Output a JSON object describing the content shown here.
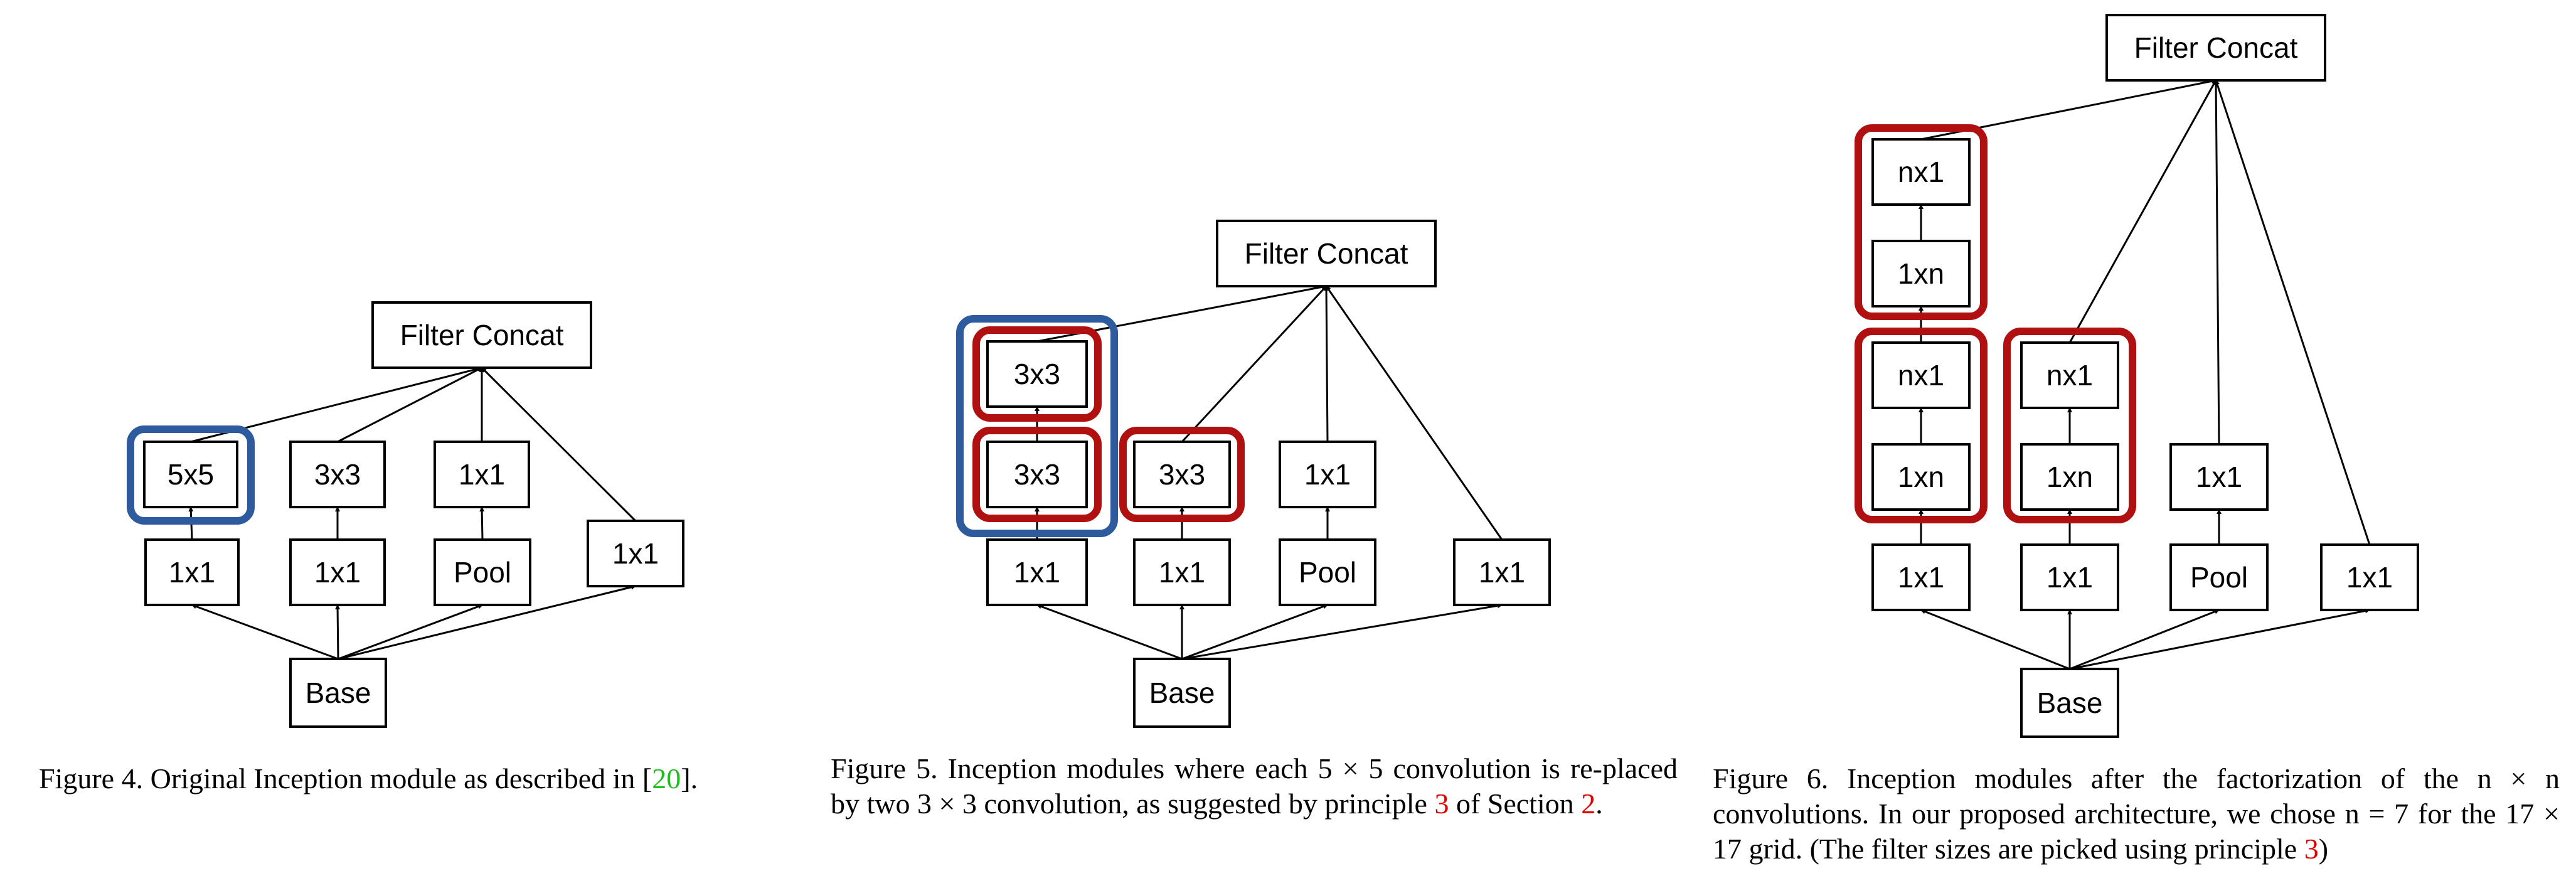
{
  "figures": [
    {
      "id": "fig4",
      "nodes": [
        {
          "id": "concat",
          "label": "Filter Concat"
        },
        {
          "id": "a1",
          "label": "5x5"
        },
        {
          "id": "b1",
          "label": "3x3"
        },
        {
          "id": "c1",
          "label": "1x1"
        },
        {
          "id": "d1",
          "label": "1x1"
        },
        {
          "id": "a0",
          "label": "1x1"
        },
        {
          "id": "b0",
          "label": "1x1"
        },
        {
          "id": "c0",
          "label": "Pool"
        },
        {
          "id": "base",
          "label": "Base"
        }
      ],
      "caption": {
        "prefix": "Figure 4. Original Inception module as described in [",
        "ref": "20",
        "suffix": "]."
      }
    },
    {
      "id": "fig5",
      "nodes": [
        {
          "id": "concat",
          "label": "Filter Concat"
        },
        {
          "id": "a2",
          "label": "3x3"
        },
        {
          "id": "a1",
          "label": "3x3"
        },
        {
          "id": "b1",
          "label": "3x3"
        },
        {
          "id": "c1",
          "label": "1x1"
        },
        {
          "id": "a0",
          "label": "1x1"
        },
        {
          "id": "b0",
          "label": "1x1"
        },
        {
          "id": "c0",
          "label": "Pool"
        },
        {
          "id": "d0",
          "label": "1x1"
        },
        {
          "id": "base",
          "label": "Base"
        }
      ],
      "caption": {
        "t1": "Figure 5. Inception modules where each 5 × 5 convolution is re-placed by two 3 × 3 convolution, as suggested by principle ",
        "ref1": "3",
        "t2": " of Section ",
        "ref2": "2",
        "t3": "."
      }
    },
    {
      "id": "fig6",
      "nodes": [
        {
          "id": "concat",
          "label": "Filter Concat"
        },
        {
          "id": "a4",
          "label": "nx1"
        },
        {
          "id": "a3",
          "label": "1xn"
        },
        {
          "id": "a2",
          "label": "nx1"
        },
        {
          "id": "a1",
          "label": "1xn"
        },
        {
          "id": "b2",
          "label": "nx1"
        },
        {
          "id": "b1",
          "label": "1xn"
        },
        {
          "id": "c1",
          "label": "1x1"
        },
        {
          "id": "a0",
          "label": "1x1"
        },
        {
          "id": "b0",
          "label": "1x1"
        },
        {
          "id": "c0",
          "label": "Pool"
        },
        {
          "id": "d0",
          "label": "1x1"
        },
        {
          "id": "base",
          "label": "Base"
        }
      ],
      "caption": {
        "t1": "Figure 6. Inception modules after the factorization of the n × n convolutions. In our proposed architecture, we chose n = 7 for the 17 × 17 grid. (The filter sizes are picked using principle ",
        "ref1": "3",
        "t2": ")"
      }
    }
  ]
}
